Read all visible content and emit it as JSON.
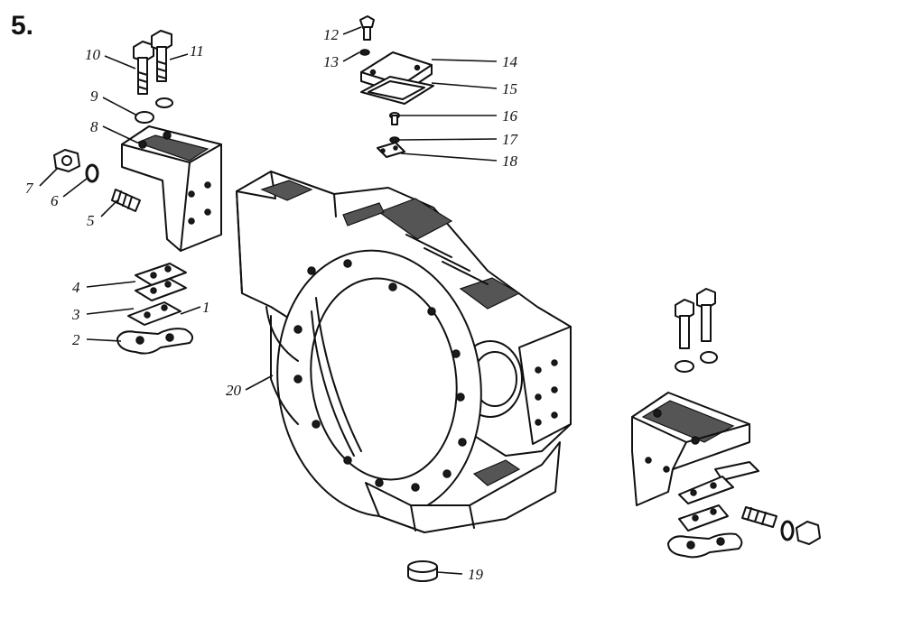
{
  "figure": {
    "number": "5.",
    "callouts": [
      "1",
      "2",
      "3",
      "4",
      "5",
      "6",
      "7",
      "8",
      "9",
      "10",
      "11",
      "12",
      "13",
      "14",
      "15",
      "16",
      "17",
      "18",
      "19",
      "20"
    ]
  }
}
